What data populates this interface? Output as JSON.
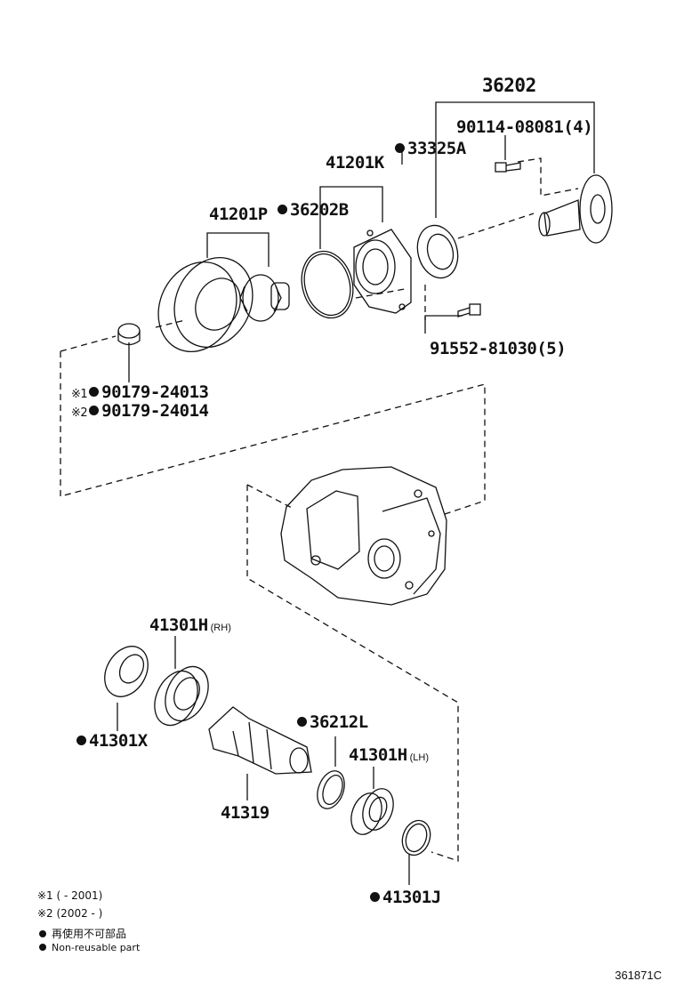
{
  "labels": {
    "p36202": "36202",
    "p90114": "90114-08081(4)",
    "p33325A": "33325A",
    "p41201K": "41201K",
    "p41201P": "41201P",
    "p36202B": "36202B",
    "p91552": "91552-81030(5)",
    "p24013": "90179-24013",
    "p24014": "90179-24014",
    "p41301H_rh": "41301H",
    "rh": "(RH)",
    "p41301X": "41301X",
    "p36212L": "36212L",
    "p41301H_lh": "41301H",
    "lh": "(LH)",
    "p41319": "41319",
    "p41301J": "41301J"
  },
  "marks": {
    "m1": "※1",
    "m2": "※2"
  },
  "notes": {
    "mark1_text": "※1 (        - 2001)",
    "mark2_text": "※2 (2002 -        )",
    "nonreusable_jp": "再使用不可部品",
    "nonreusable_en": "Non-reusable part"
  },
  "figure_id": "361871C"
}
